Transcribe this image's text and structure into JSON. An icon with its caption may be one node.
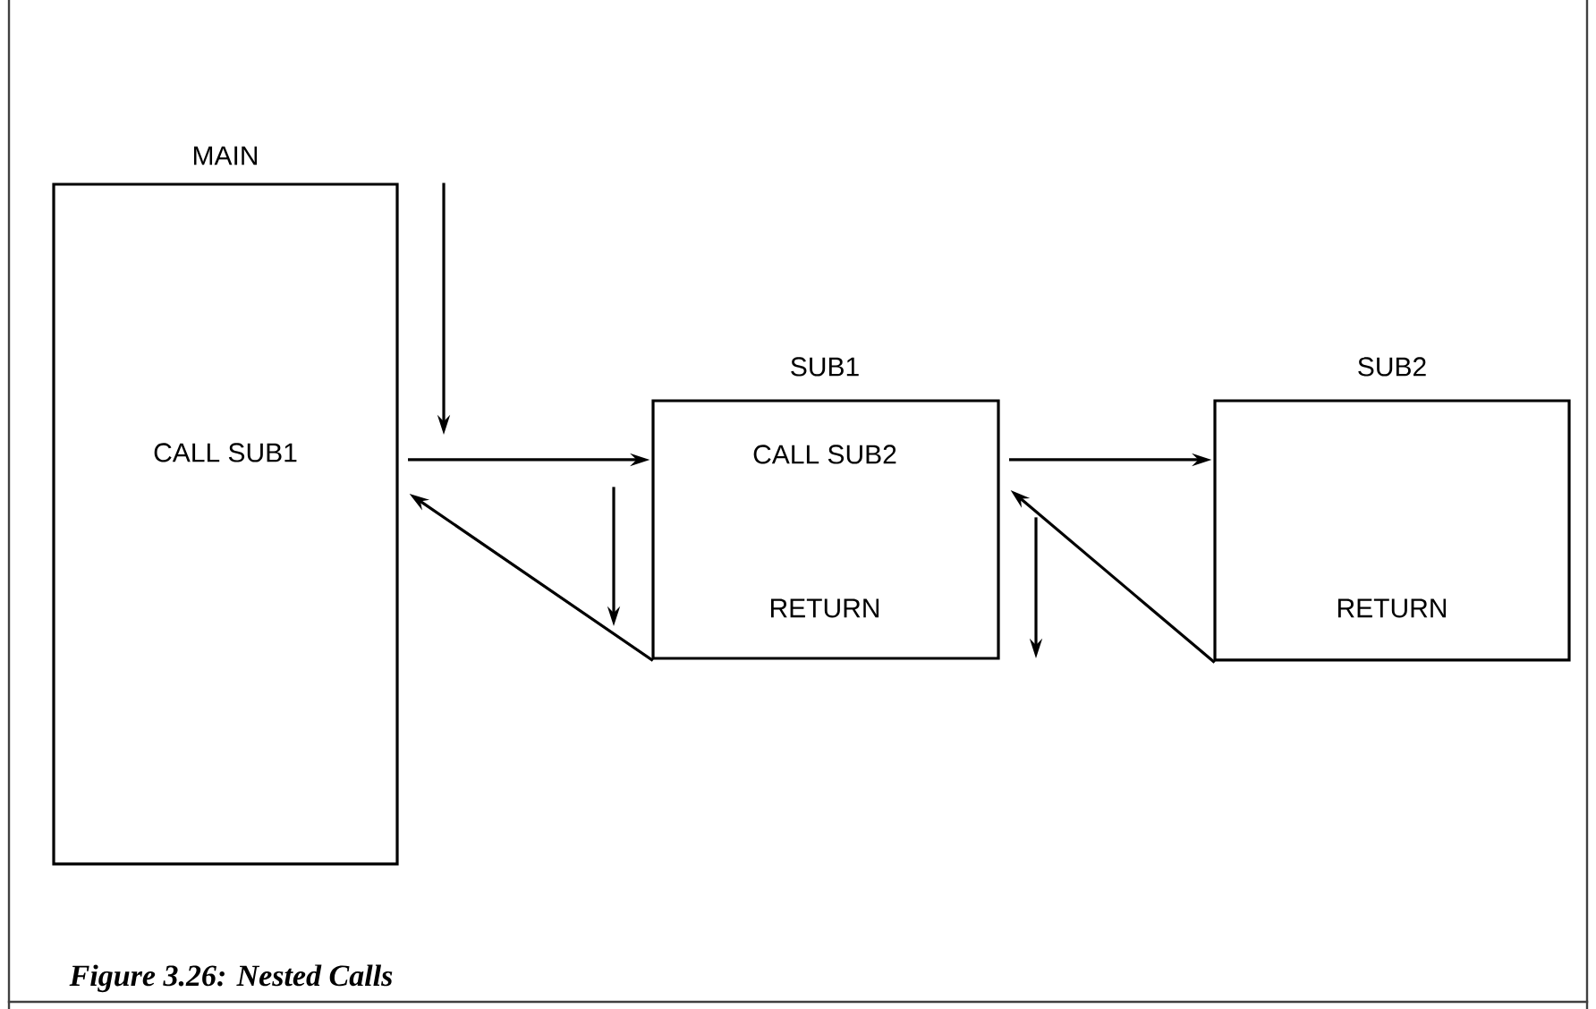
{
  "diagram": {
    "caption": "Figure 3.26: Nested Calls",
    "nodes": [
      {
        "text": [
          "MAIN",
          "CALL SUB1"
        ]
      },
      {
        "text": [
          "SUB1",
          "CALL SUB2",
          "RETURN"
        ]
      },
      {
        "text": [
          "SUB2",
          "RETURN"
        ]
      }
    ],
    "edges": [
      {
        "from": 0,
        "to": 1,
        "arrow": "to"
      },
      {
        "from": 1,
        "to": 0,
        "arrow": "to"
      },
      {
        "from": 1,
        "to": 2,
        "arrow": "to"
      },
      {
        "from": 2,
        "to": 1,
        "arrow": "to"
      }
    ]
  }
}
